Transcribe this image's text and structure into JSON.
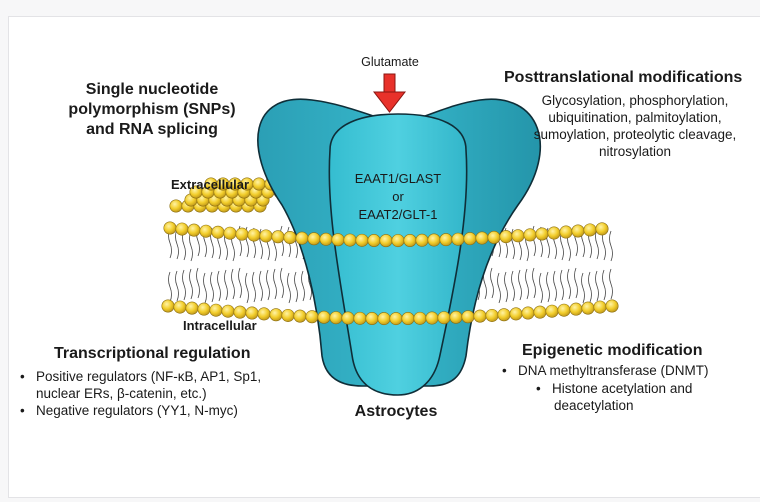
{
  "glutamate": "Glutamate",
  "snp": {
    "title_line1": "Single nucleotide",
    "title_line2": "polymorphism (SNPs)",
    "title_line3": "and RNA splicing"
  },
  "ptm": {
    "title": "Posttranslational modifications",
    "line1": "Glycosylation, phosphorylation,",
    "line2": "ubiquitination, palmitoylation,",
    "line3": "sumoylation, proteolytic cleavage,",
    "line4": "nitrosylation"
  },
  "extracellular": "Extracellular",
  "intracellular": "Intracellular",
  "transporter": {
    "line1": "EAAT1/GLAST",
    "line2": "or",
    "line3": "EAAT2/GLT-1"
  },
  "transcriptional": {
    "title": "Transcriptional regulation",
    "pos_line1": "Positive regulators (NF-κB, AP1, Sp1,",
    "pos_line2": "nuclear ERs, β-catenin, etc.)",
    "neg": "Negative regulators (YY1, N-myc)"
  },
  "astrocytes": "Astrocytes",
  "epigenetic": {
    "title": "Epigenetic modification",
    "item1": "DNA methyltransferase (DNMT)",
    "item2_line1": "Histone acetylation and",
    "item2_line2": "deacetylation"
  },
  "colors": {
    "transporter_dark": "#2aa3b9",
    "transporter_light": "#3ec3d5",
    "lipid_head": "#f2cd2a",
    "arrow": "#e8312a"
  }
}
